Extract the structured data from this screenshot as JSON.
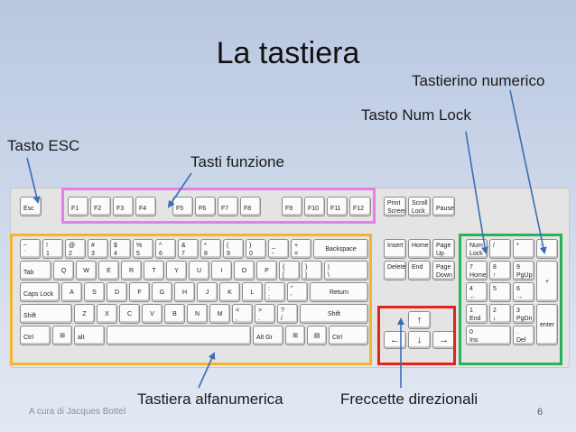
{
  "slide": {
    "title": "La tastiera",
    "footer_credit": "A cura di Jacques Bottel",
    "page_number": "6"
  },
  "labels": {
    "esc": "Tasto ESC",
    "function": "Tasti funzione",
    "numpad": "Tastierino numerico",
    "numlock": "Tasto Num Lock",
    "alnum": "Tastiera alfanumerica",
    "arrows": "Freccette direzionali"
  },
  "colors": {
    "function_box": "#e87ce8",
    "alnum_box": "#f5b42e",
    "arrows_box": "#e2231a",
    "numpad_box": "#28b25a",
    "callout_arrow": "#3b6db5"
  },
  "keys": {
    "esc": "Esc",
    "f1": "F1",
    "f2": "F2",
    "f3": "F3",
    "f4": "F4",
    "f5": "F5",
    "f6": "F6",
    "f7": "F7",
    "f8": "F8",
    "f9": "F9",
    "f10": "F10",
    "f11": "F11",
    "f12": "F12",
    "print_screen": "Print Screen",
    "scroll_lock": "Scroll Lock",
    "pause": "Pause",
    "tilde_top": "~",
    "tilde_bot": "`",
    "k1_top": "!",
    "k1_bot": "1",
    "k2_top": "@",
    "k2_bot": "2",
    "k3_top": "#",
    "k3_bot": "3",
    "k4_top": "$",
    "k4_bot": "4",
    "k5_top": "%",
    "k5_bot": "5",
    "k6_top": "^",
    "k6_bot": "6",
    "k7_top": "&",
    "k7_bot": "7",
    "k8_top": "*",
    "k8_bot": "8",
    "k9_top": "(",
    "k9_bot": "9",
    "k0_top": ")",
    "k0_bot": "0",
    "minus_top": "_",
    "minus_bot": "-",
    "equals_top": "+",
    "equals_bot": "=",
    "backspace": "Backspace",
    "tab": "Tab",
    "q": "Q",
    "w": "W",
    "e": "E",
    "r": "R",
    "t": "T",
    "y": "Y",
    "u": "U",
    "i": "I",
    "o": "O",
    "p": "P",
    "lbracket_top": "{",
    "lbracket_bot": "[",
    "rbracket_top": "}",
    "rbracket_bot": "]",
    "backslash_top": "|",
    "backslash_bot": "\\",
    "caps_lock": "Caps Lock",
    "a": "A",
    "s": "S",
    "d": "D",
    "f": "F",
    "g": "G",
    "h": "H",
    "j": "J",
    "k": "K",
    "l": "L",
    "semicolon_top": ":",
    "semicolon_bot": ";",
    "quote_top": "\"",
    "quote_bot": "'",
    "return": "Return",
    "shift": "Shift",
    "z": "Z",
    "x": "X",
    "c": "C",
    "v": "V",
    "b": "B",
    "n": "N",
    "m": "M",
    "comma_top": "<",
    "comma_bot": ",",
    "period_top": ">",
    "period_bot": ".",
    "slash_top": "?",
    "slash_bot": "/",
    "ctrl": "Ctrl",
    "alt": "alt",
    "alt_gr": "Alt Gr",
    "insert": "Insert",
    "home": "Home",
    "page_up": "Page Up",
    "delete": "Delete",
    "end": "End",
    "page_down": "Page Down",
    "up": "↑",
    "left": "←",
    "down": "↓",
    "right": "→",
    "num_lock": "Num Lock",
    "np_divide": "/",
    "np_multiply": "*",
    "np_minus": "-",
    "np7_top": "7",
    "np7_bot": "Home",
    "np8_top": "8",
    "np8_bot": "↑",
    "np9_top": "9",
    "np9_bot": "PgUp",
    "np_plus": "+",
    "np4_top": "4",
    "np4_bot": "←",
    "np5": "5",
    "np6_top": "6",
    "np6_bot": "→",
    "np1_top": "1",
    "np1_bot": "End",
    "np2_top": "2",
    "np2_bot": "↓",
    "np3_top": "3",
    "np3_bot": "PgDn",
    "enter": "enter",
    "np0_top": "0",
    "np0_bot": "Ins",
    "np_dot_top": ".",
    "np_dot_bot": "Del"
  }
}
